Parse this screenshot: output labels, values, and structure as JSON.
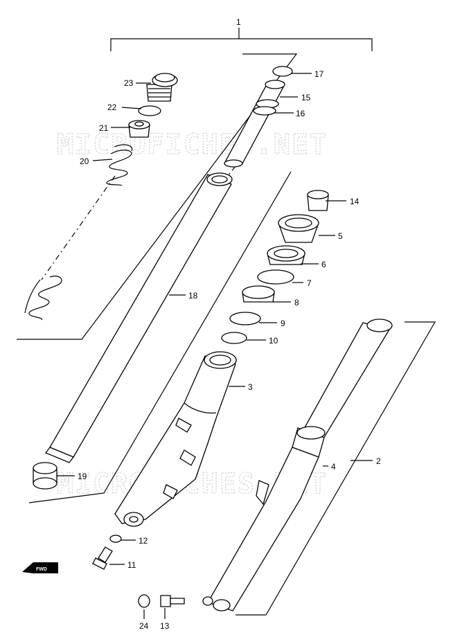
{
  "watermark": "MICROFICHES.NET",
  "fwd_label": "FWD",
  "callouts": {
    "c1": "1",
    "c2": "2",
    "c3": "3",
    "c4": "4",
    "c5": "5",
    "c6": "6",
    "c7": "7",
    "c8": "8",
    "c9": "9",
    "c10": "10",
    "c11": "11",
    "c12": "12",
    "c13": "13",
    "c14": "14",
    "c15": "15",
    "c16": "16",
    "c17": "17",
    "c18": "18",
    "c19": "19",
    "c20": "20",
    "c21": "21",
    "c22": "22",
    "c23": "23",
    "c24": "24"
  }
}
